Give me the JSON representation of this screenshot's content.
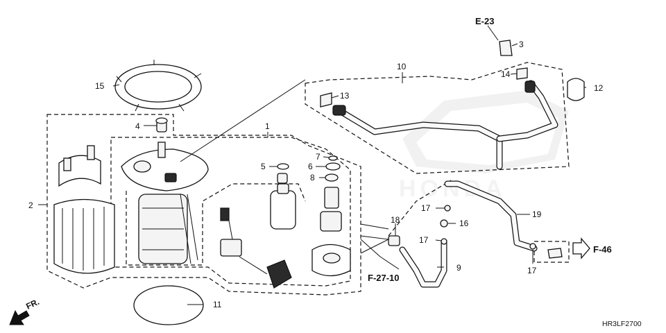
{
  "callouts": {
    "c1": "1",
    "c2": "2",
    "c3": "3",
    "c4": "4",
    "c5": "5",
    "c6": "6",
    "c7": "7",
    "c8": "8",
    "c9": "9",
    "c10": "10",
    "c11": "11",
    "c12": "12",
    "c13": "13",
    "c14": "14",
    "c15": "15",
    "c16": "16",
    "c17a": "17",
    "c17b": "17",
    "c17c": "17",
    "c18": "18",
    "c19": "19"
  },
  "references": {
    "e23": "E-23",
    "f2710": "F-27-10",
    "f46": "F-46"
  },
  "front_marker": "FR.",
  "diagram_code": "HR3LF2700",
  "watermark": "HONDA"
}
